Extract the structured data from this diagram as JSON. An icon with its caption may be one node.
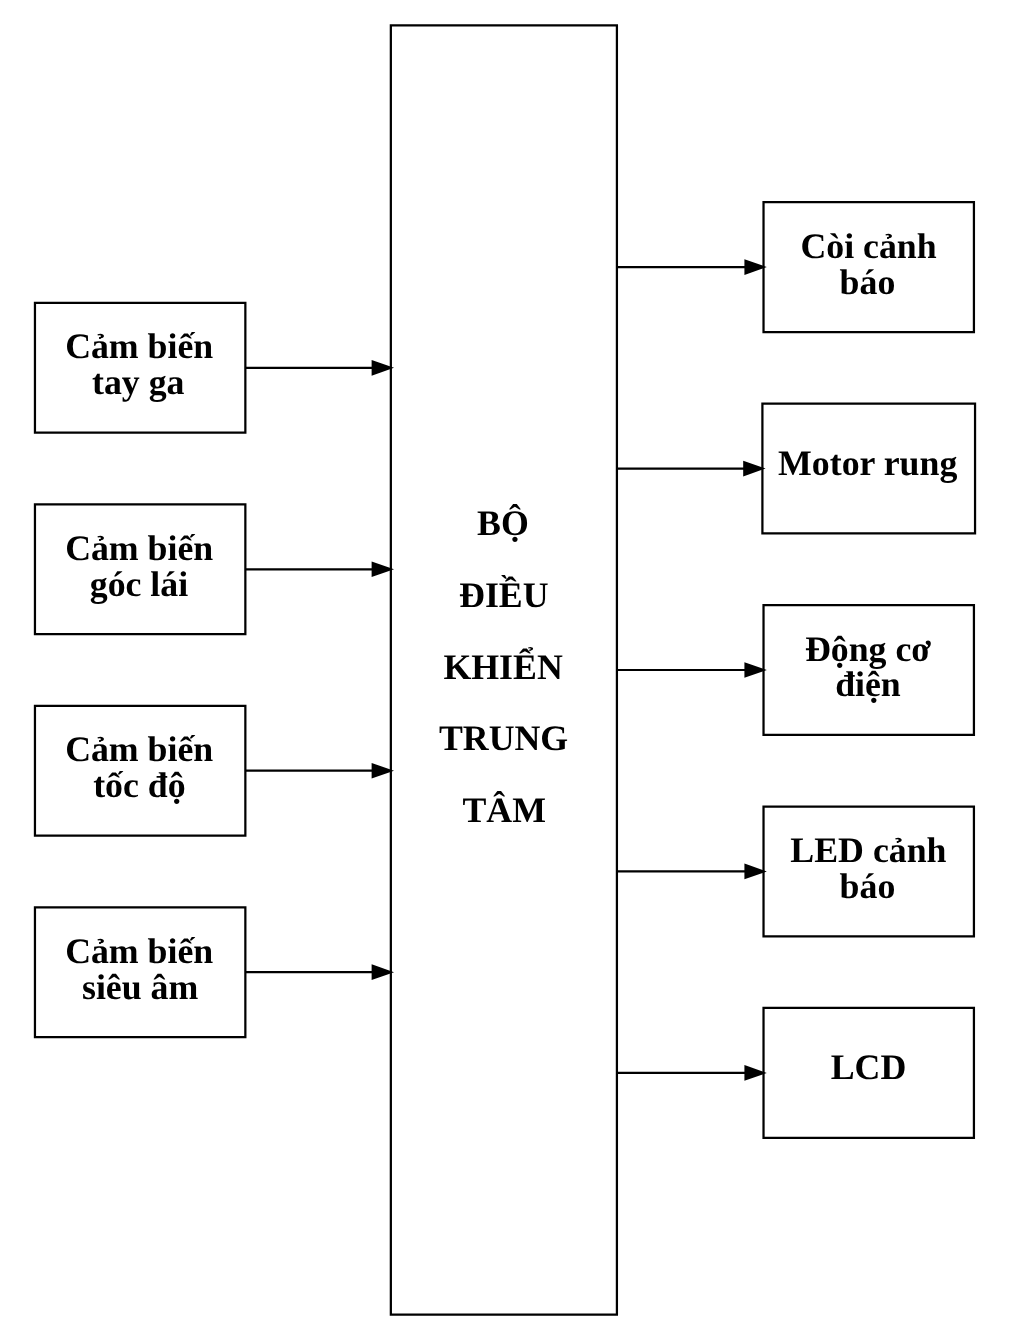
{
  "diagram": {
    "nodes": [
      {
        "text": [
          "Cảm biến tay ga"
        ]
      },
      {
        "text": [
          "Cảm biến góc lái"
        ]
      },
      {
        "text": [
          "Cảm biến tốc độ"
        ]
      },
      {
        "text": [
          "Cảm biến siêu âm"
        ]
      },
      {
        "text": [
          "BỘ ĐIỀU KHIỂN TRUNG TÂM"
        ]
      },
      {
        "text": [
          "Còi cảnh báo"
        ]
      },
      {
        "text": [
          "Motor rung"
        ]
      },
      {
        "text": [
          "Động cơ điện"
        ]
      },
      {
        "text": [
          "LED cảnh báo"
        ]
      },
      {
        "text": [
          "LCD"
        ]
      }
    ],
    "edges": [
      {
        "from": 0,
        "to": 4,
        "arrow": "to"
      },
      {
        "from": 1,
        "to": 4,
        "arrow": "to"
      },
      {
        "from": 2,
        "to": 4,
        "arrow": "to"
      },
      {
        "from": 3,
        "to": 4,
        "arrow": "to"
      },
      {
        "from": 4,
        "to": 5,
        "arrow": "to"
      },
      {
        "from": 4,
        "to": 6,
        "arrow": "to"
      },
      {
        "from": 4,
        "to": 7,
        "arrow": "to"
      },
      {
        "from": 4,
        "to": 8,
        "arrow": "to"
      },
      {
        "from": 4,
        "to": 9,
        "arrow": "to"
      }
    ]
  }
}
